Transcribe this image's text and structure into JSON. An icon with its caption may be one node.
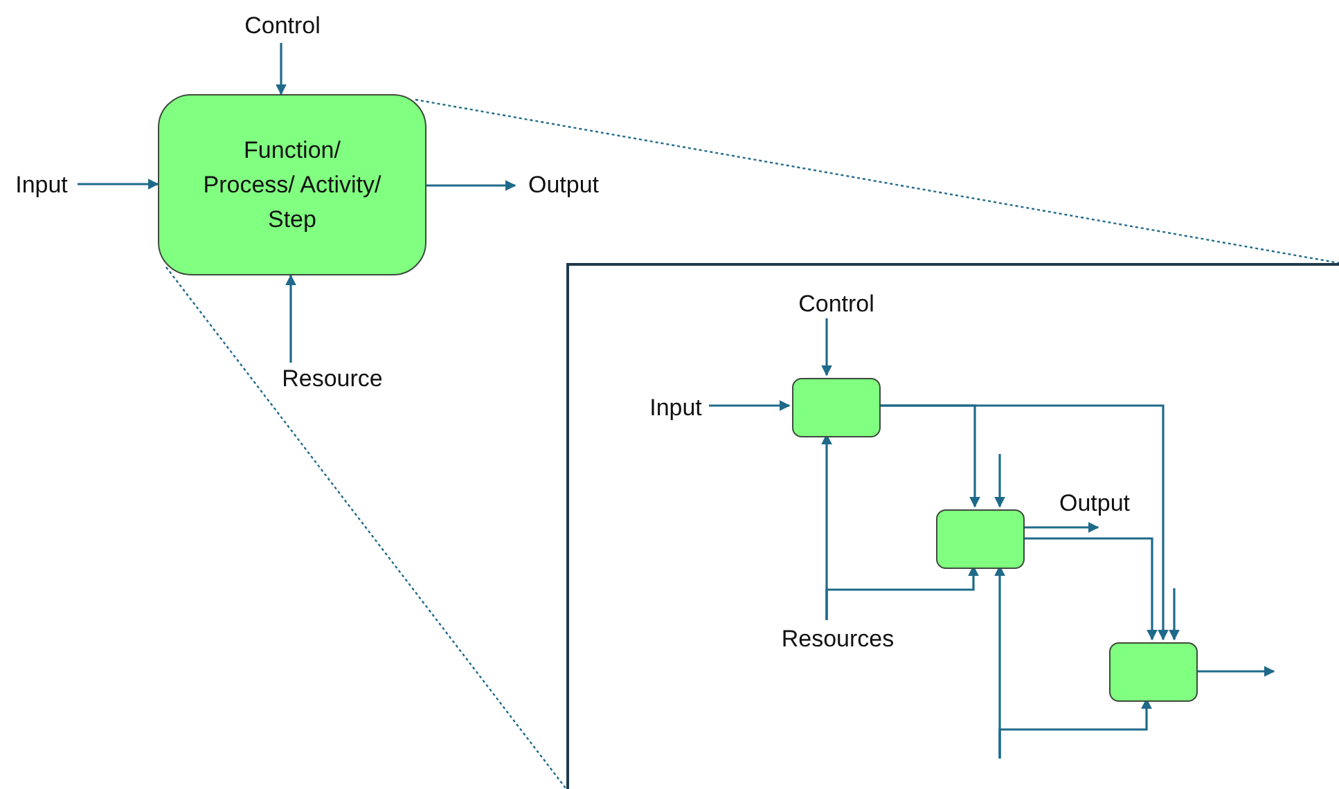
{
  "diagram": {
    "nodes": [
      {
        "text": [
          "Control"
        ]
      },
      {
        "text": [
          "Function/ Process/ Activity/ Step"
        ]
      },
      {
        "text": [
          "Input"
        ]
      },
      {
        "text": [
          "Output"
        ]
      },
      {
        "text": [
          "Resource"
        ]
      },
      {
        "text": [],
        "shape": "box"
      },
      {
        "text": [
          "Control"
        ],
        "in": 5
      },
      {
        "text": [],
        "shape": "box",
        "in": 5
      },
      {
        "text": [
          "Input"
        ],
        "in": 5
      },
      {
        "text": [],
        "shape": "box",
        "in": 5
      },
      {
        "text": [
          "Resources"
        ],
        "in": 5
      },
      {
        "text": [],
        "shape": "box",
        "in": 5
      }
    ],
    "edges": [
      {
        "from": 0,
        "to": 1,
        "arrow": "to"
      },
      {
        "from": 2,
        "to": 1,
        "arrow": "to"
      },
      {
        "from": 1,
        "to": 3,
        "arrow": "to"
      },
      {
        "from": 4,
        "to": 1,
        "arrow": "to"
      },
      {
        "from": 1,
        "to": 5,
        "arrow": "none",
        "style": "dashed"
      },
      {
        "from": 1,
        "to": 5,
        "arrow": "none",
        "style": "dashed"
      },
      {
        "from": 6,
        "to": 7,
        "arrow": "to"
      },
      {
        "from": 8,
        "to": 7,
        "arrow": "to"
      },
      {
        "from": 10,
        "to": 7,
        "arrow": "to"
      },
      {
        "from": 10,
        "to": 9,
        "arrow": "to"
      },
      {
        "from": 7,
        "to": 9,
        "arrow": "to"
      },
      {
        "from": 7,
        "to": 11,
        "arrow": "to"
      },
      {
        "from": null,
        "to": 9,
        "arrow": "to"
      },
      {
        "from": 9,
        "to": null,
        "arrow": "to",
        "label": "Output"
      },
      {
        "from": 9,
        "to": 11,
        "arrow": "to"
      },
      {
        "from": null,
        "to": 11,
        "arrow": "to"
      },
      {
        "from": 11,
        "to": null,
        "arrow": "to"
      },
      {
        "from": null,
        "to": 9,
        "arrow": "to"
      },
      {
        "from": null,
        "to": 11,
        "arrow": "to"
      }
    ]
  }
}
